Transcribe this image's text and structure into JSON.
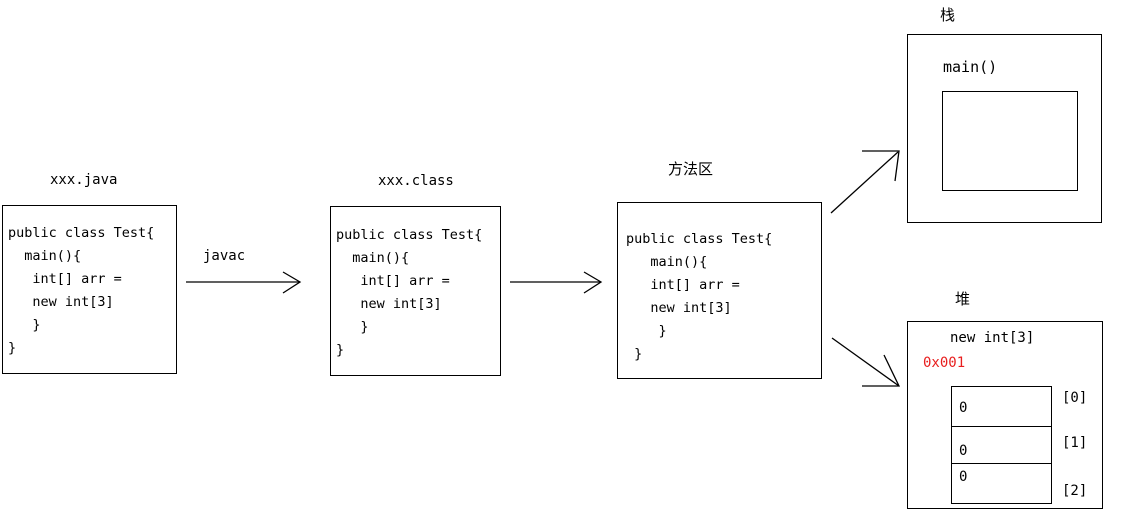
{
  "diagram": {
    "title": "Java source to JVM memory flow",
    "accent_red": "#e81e1e",
    "stroke": "#000000",
    "background": "#ffffff"
  },
  "source_file": {
    "caption": "xxx.java",
    "code": "public class Test{\n  main(){\n   int[] arr =\n   new int[3]\n   }\n}"
  },
  "class_file": {
    "caption": "xxx.class",
    "code": "public class Test{\n  main(){\n   int[] arr =\n   new int[3]\n   }\n}"
  },
  "method_area": {
    "caption": "方法区",
    "code": "public class Test{\n   main(){\n   int[] arr =\n   new int[3]\n    }\n }"
  },
  "arrows": {
    "compile_label": "javac",
    "load_label": "",
    "to_stack_label": "",
    "to_heap_label": ""
  },
  "stack": {
    "caption": "栈",
    "frame_label": "main()",
    "frame_value": ""
  },
  "heap": {
    "caption": "堆",
    "alloc_label": "new int[3]",
    "address": "0x001",
    "cells": [
      {
        "value": "0",
        "index": "[0]"
      },
      {
        "value": "0",
        "index": "[1]"
      },
      {
        "value": "0",
        "index": "[2]"
      }
    ]
  }
}
